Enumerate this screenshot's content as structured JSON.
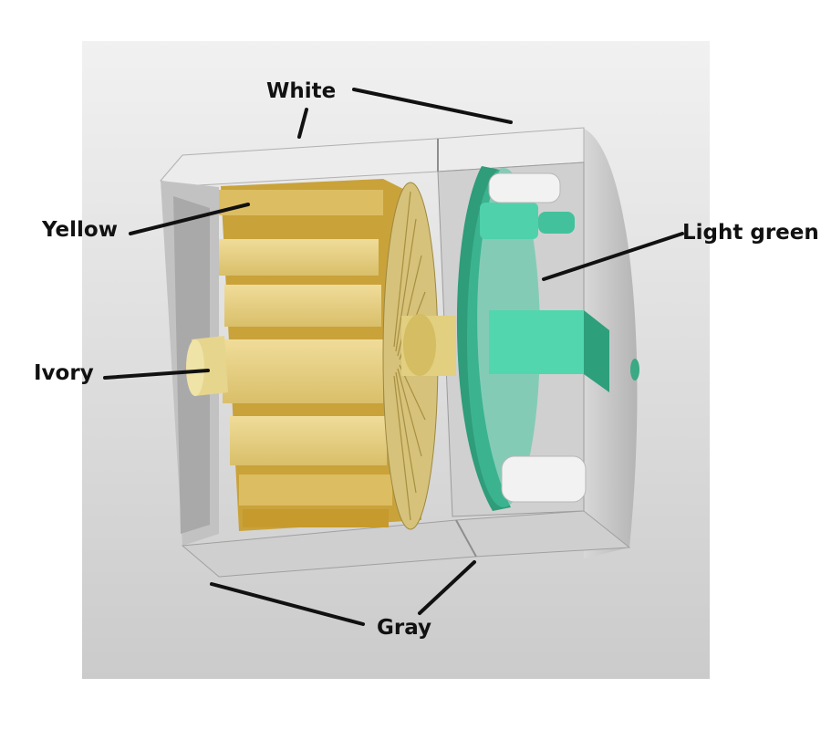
{
  "labels": {
    "white": "White",
    "yellow": "Yellow",
    "ivory": "Ivory",
    "light_green": "Light green",
    "gray": "Gray"
  },
  "colors": {
    "white_housing": "#dedede",
    "yellow_stator": "#c9a23a",
    "ivory_shaft": "#e6d58c",
    "light_green_board": "#45c6a0",
    "gray_casing": "#c4c4c4"
  }
}
